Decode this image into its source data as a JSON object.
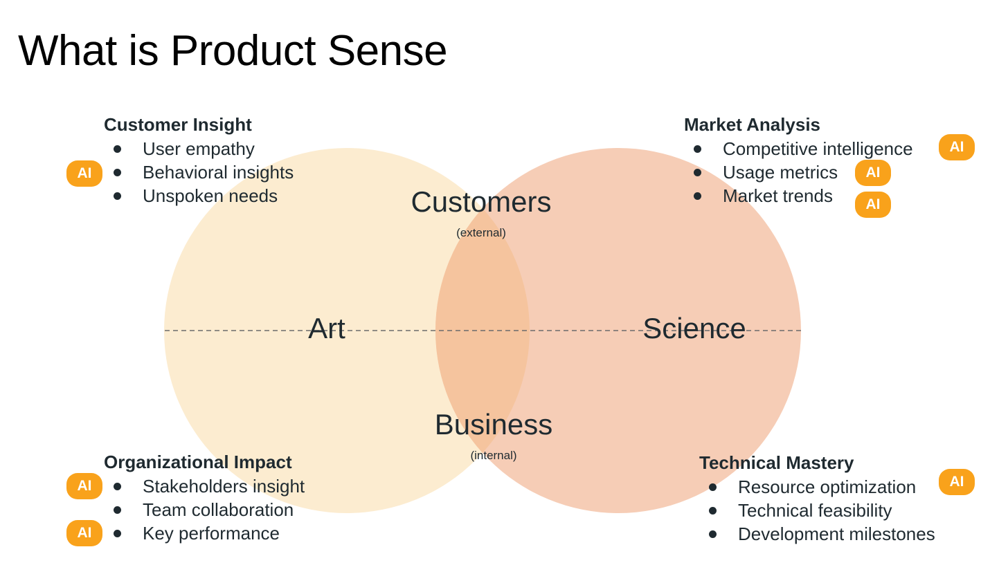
{
  "title": "What is Product Sense",
  "colors": {
    "art_circle": "#fcecd0",
    "science_circle": "#f6cdb6",
    "overlap": "#f5c49e",
    "ai_badge": "#f9a21b",
    "text": "#1f2a30"
  },
  "venn": {
    "left_label": "Art",
    "right_label": "Science",
    "top_label": "Customers",
    "top_sublabel": "(external)",
    "bottom_label": "Business",
    "bottom_sublabel": "(internal)"
  },
  "sections": {
    "customer_insight": {
      "heading": "Customer Insight",
      "items": [
        "User empathy",
        "Behavioral insights",
        "Unspoken needs"
      ]
    },
    "market_analysis": {
      "heading": "Market Analysis",
      "items": [
        "Competitive intelligence",
        "Usage metrics",
        "Market trends"
      ]
    },
    "organizational_impact": {
      "heading": "Organizational Impact",
      "items": [
        "Stakeholders insight",
        "Team collaboration",
        "Key performance"
      ]
    },
    "technical_mastery": {
      "heading": "Technical Mastery",
      "items": [
        "Resource optimization",
        "Technical feasibility",
        "Development milestones"
      ]
    }
  },
  "badge_label": "AI"
}
